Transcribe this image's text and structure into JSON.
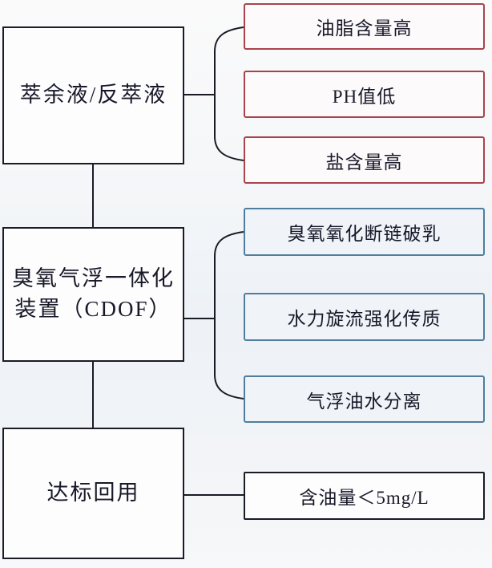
{
  "colors": {
    "line": "#1b1b28",
    "left_box_border": "#1b1b28",
    "problem_border": "#a8434c",
    "problem_fill": "#fcfafb",
    "mechanism_border": "#4f7e9d",
    "mechanism_fill": "#f0f4f9",
    "result_border": "#1b1b28",
    "text": "#181828"
  },
  "flow": {
    "stages": [
      {
        "id": "source",
        "label": "萃余液/反萃液"
      },
      {
        "id": "device",
        "label": "臭氧气浮一体化\n装置（CDOF）"
      },
      {
        "id": "reuse",
        "label": "达标回用"
      }
    ],
    "source_problems": [
      {
        "label": "油脂含量高"
      },
      {
        "label": "PH值低"
      },
      {
        "label": "盐含量高"
      }
    ],
    "device_mechanisms": [
      {
        "label": "臭氧氧化断链破乳"
      },
      {
        "label": "水力旋流强化传质"
      },
      {
        "label": "气浮油水分离"
      }
    ],
    "reuse_result": {
      "label": "含油量＜5mg/L"
    }
  }
}
